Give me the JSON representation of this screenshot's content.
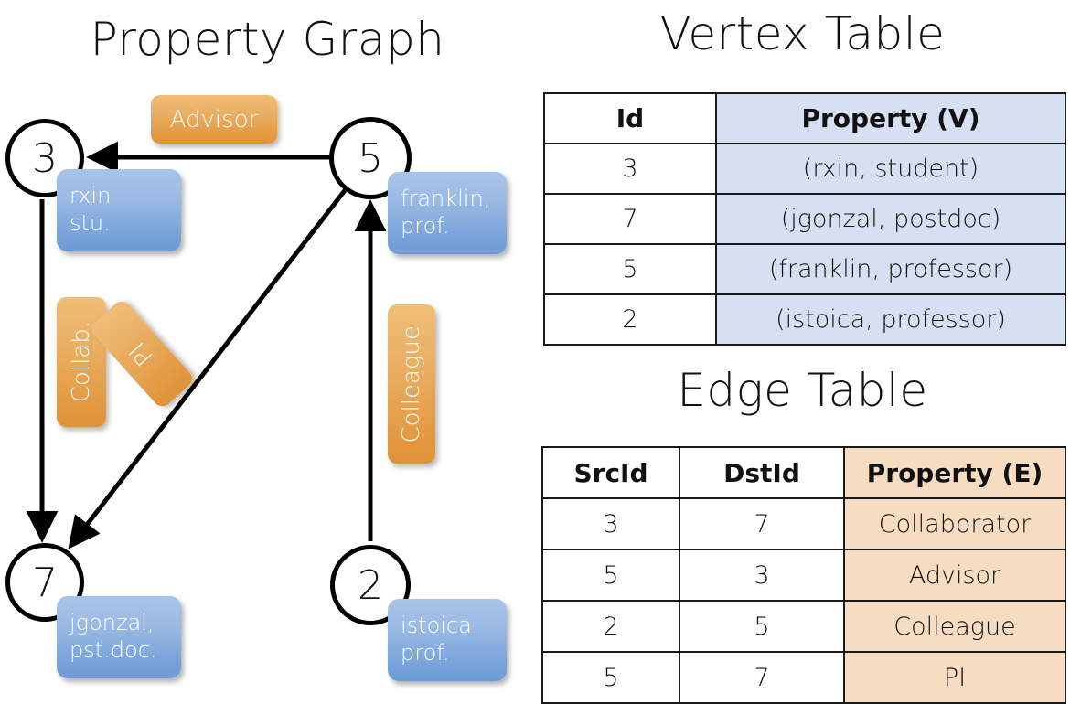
{
  "titles": {
    "property_graph": "Property Graph",
    "vertex_table": "Vertex Table",
    "edge_table": "Edge Table"
  },
  "graph": {
    "nodes": [
      {
        "id": "3",
        "label": "3",
        "property_lines": [
          "rxin",
          "stu."
        ]
      },
      {
        "id": "5",
        "label": "5",
        "property_lines": [
          "franklin,",
          "prof."
        ]
      },
      {
        "id": "7",
        "label": "7",
        "property_lines": [
          "jgonzal,",
          "pst.doc."
        ]
      },
      {
        "id": "2",
        "label": "2",
        "property_lines": [
          "istoica",
          "prof."
        ]
      }
    ],
    "edge_labels": [
      {
        "name": "advisor",
        "text": "Advisor",
        "orientation": "horizontal"
      },
      {
        "name": "collab",
        "text": "Collab.",
        "orientation": "vertical"
      },
      {
        "name": "pi",
        "text": "PI",
        "orientation": "vertical-rotated"
      },
      {
        "name": "colleague",
        "text": "Colleague",
        "orientation": "vertical"
      }
    ],
    "edges": [
      {
        "src": "5",
        "dst": "3",
        "label": "Advisor"
      },
      {
        "src": "3",
        "dst": "7",
        "label": "Collab."
      },
      {
        "src": "5",
        "dst": "7",
        "label": "PI"
      },
      {
        "src": "2",
        "dst": "5",
        "label": "Colleague"
      }
    ]
  },
  "vertex_table": {
    "headers": [
      "Id",
      "Property (V)"
    ],
    "rows": [
      {
        "id": "3",
        "property": "(rxin, student)"
      },
      {
        "id": "7",
        "property": "(jgonzal, postdoc)"
      },
      {
        "id": "5",
        "property": "(franklin, professor)"
      },
      {
        "id": "2",
        "property": "(istoica, professor)"
      }
    ]
  },
  "edge_table": {
    "headers": [
      "SrcId",
      "DstId",
      "Property (E)"
    ],
    "rows": [
      {
        "src": "3",
        "dst": "7",
        "property": "Collaborator"
      },
      {
        "src": "5",
        "dst": "3",
        "property": "Advisor"
      },
      {
        "src": "2",
        "dst": "5",
        "property": "Colleague"
      },
      {
        "src": "5",
        "dst": "7",
        "property": "PI"
      }
    ]
  },
  "colors": {
    "vertex_property_fill": "#d6e0f2",
    "edge_property_fill": "#f6dcc0",
    "node_box_blue": "#7ba5db",
    "edge_label_orange": "#e8a85a",
    "stroke": "#000000",
    "background": "#ffffff"
  }
}
